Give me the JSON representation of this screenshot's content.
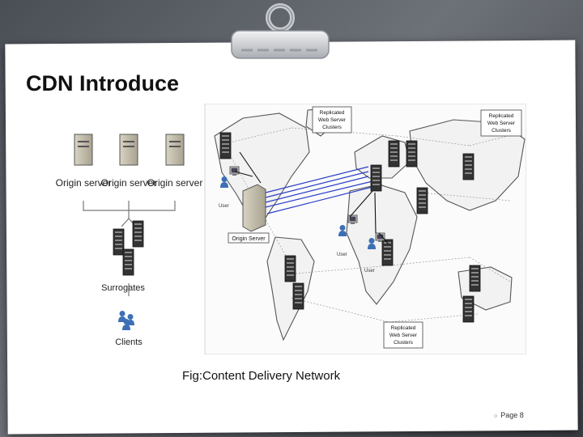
{
  "slide": {
    "title": "CDN Introduce",
    "caption": "Fig:Content Delivery Network",
    "page_label": "Page 8"
  },
  "diagram": {
    "origin_servers": [
      "Origin server",
      "Origin server",
      "Origin server"
    ],
    "surrogates_label": "Surrogates",
    "clients_label": "Clients",
    "origin_server_label": "Origin Server",
    "replicated_clusters_label": "Replicated Web Server Clusters",
    "replicated_clusters": [
      [
        "Replicated",
        "Web Server",
        "Clusters"
      ],
      [
        "Replicated",
        "Web Server",
        "Clusters"
      ],
      [
        "Replicated",
        "Web Server",
        "Clusters"
      ]
    ],
    "user_labels": [
      "User",
      "User",
      "User"
    ]
  },
  "colors": {
    "background": "#5a5e64",
    "paper": "#ffffff",
    "map_land": "#f2f2f2",
    "map_outline": "#555555",
    "link_blue": "#2a3fc8"
  }
}
